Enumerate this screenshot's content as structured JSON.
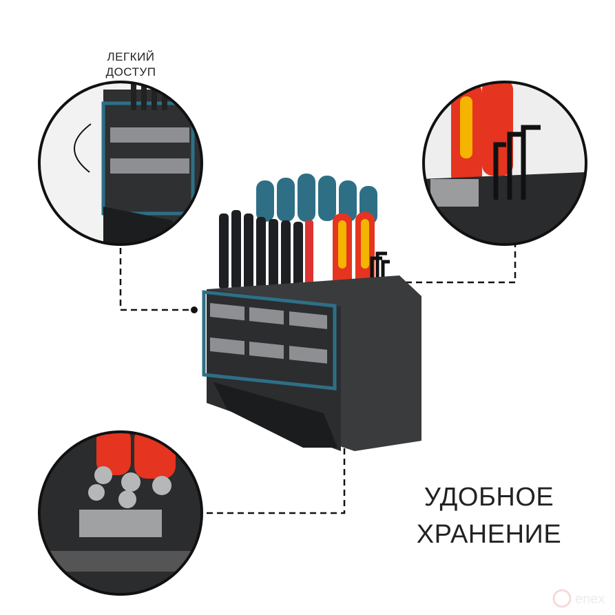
{
  "captions": {
    "easy_access": [
      "ЛЕГКИЙ",
      "ДОСТУП"
    ],
    "storage": [
      "УДОБНОЕ",
      "ХРАНЕНИЕ"
    ]
  },
  "watermark": "enex",
  "colors": {
    "accent_blue": "#2e6f86",
    "handle_red": "#e53420",
    "handle_yellow": "#f4b400",
    "body_dark": "#3a3b3d"
  }
}
